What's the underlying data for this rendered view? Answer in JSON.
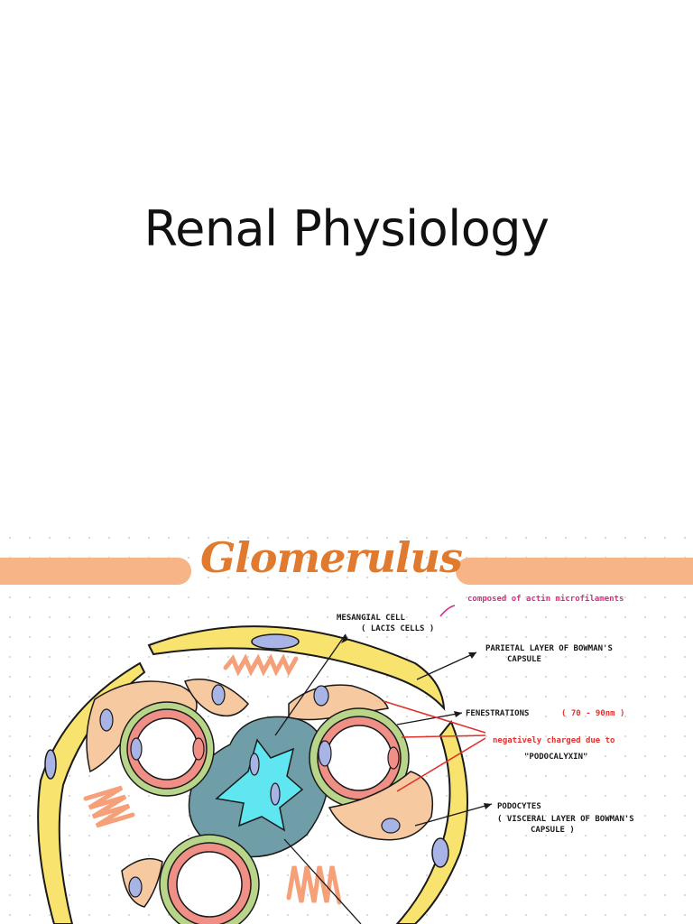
{
  "slide": {
    "title": "Renal Physiology"
  },
  "diagram": {
    "heading": "Glomerulus",
    "labels": {
      "actin_note": "composed of actin microfilaments",
      "mesangial_cell": "MESANGIAL CELL",
      "lacis_cells": "( LACIS CELLS )",
      "parietal_layer": "PARIETAL LAYER OF BOWMAN'S",
      "capsule": "CAPSULE",
      "fenestrations": "FENESTRATIONS",
      "fenestration_size": "( 70 - 90nm )",
      "negatively_charged": "negatively charged due to",
      "podocalyxin": "\"PODOCALYXIN\"",
      "podocytes": "PODOCYTES",
      "visceral_layer": "( VISCERAL LAYER OF BOWMAN'S",
      "visceral_capsule": "CAPSULE )"
    },
    "colors": {
      "banner": "#f6b487",
      "heading": "#e07a2f",
      "capsule": "#f7e36e",
      "mesangium": "#6f9ea9",
      "mesangial_cell": "#5fe6f0",
      "podocyte": "#f7c9a0",
      "endothelium": "#ef8f86",
      "basement_membrane": "#b9d58a",
      "nucleus": "#a8b3e6"
    }
  }
}
